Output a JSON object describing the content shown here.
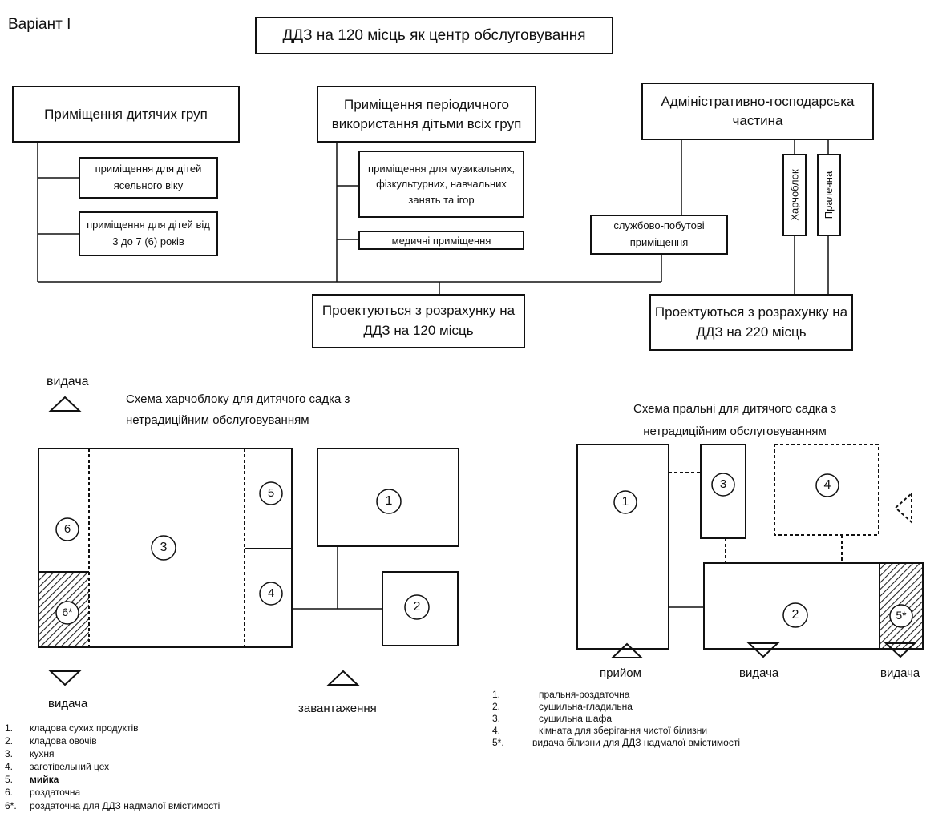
{
  "variant": "Варіант І",
  "title": "ДДЗ на 120 місць як центр обслуговування",
  "org": {
    "children_groups": "Приміщення дитячих груп",
    "nursery": "приміщення для дітей\nясельного віку",
    "age_3_7": "приміщення для дітей від\n3 до 7 (6) років",
    "periodic": "Приміщення періодичного\nвикористання дітьми всіх груп",
    "music": "приміщення для музикальних,\nфізкультурних, навчальних\nзанять та ігор",
    "medical": "медичні приміщення",
    "admin": "Адміністративно-господарська\nчастина",
    "service": "службово-побутові\nприміщення",
    "kitchen_unit": "Харчоблок",
    "laundry_unit": "Пралечна",
    "design_120": "Проектуються з розрахунку на\nДДЗ на 120 місць",
    "design_220": "Проектуються з розрахунку на\nДДЗ на 220 місць"
  },
  "kitchen_scheme": {
    "title": "Схема харчоблоку для дитячого садка з\nнетрадиційним обслуговуванням",
    "rooms": [
      "1",
      "2",
      "3",
      "4",
      "5",
      "6",
      "6*"
    ],
    "labels": {
      "issue_top": "видача",
      "issue_bottom": "видача",
      "loading": "завантаження"
    },
    "legend": [
      {
        "num": "1.",
        "text": "кладова сухих продуктів"
      },
      {
        "num": "2.",
        "text": "кладова овочів"
      },
      {
        "num": "3.",
        "text": "кухня"
      },
      {
        "num": "4.",
        "text": "заготівельний цех"
      },
      {
        "num": "5.",
        "text": "мийка"
      },
      {
        "num": "6.",
        "text": "роздаточна"
      },
      {
        "num": "6*.",
        "text": "роздаточна для  ДДЗ надмалої вмістимості"
      }
    ]
  },
  "laundry_scheme": {
    "title": "Схема пральні для дитячого садка з\nнетрадиційним обслуговуванням",
    "rooms": [
      "1",
      "2",
      "3",
      "4",
      "5*"
    ],
    "labels": {
      "receive": "прийом",
      "issue1": "видача",
      "issue2": "видача"
    },
    "legend": [
      {
        "num": "1.",
        "text": "пральня-роздаточна"
      },
      {
        "num": "2.",
        "text": "сушильна-гладильна"
      },
      {
        "num": "3.",
        "text": "сушильна шафа"
      },
      {
        "num": "4.",
        "text": "кімната для зберігання чистої білизни"
      },
      {
        "num": "5*.",
        "text": "видача білизни для ДДЗ надмалої вмістимості"
      }
    ]
  }
}
